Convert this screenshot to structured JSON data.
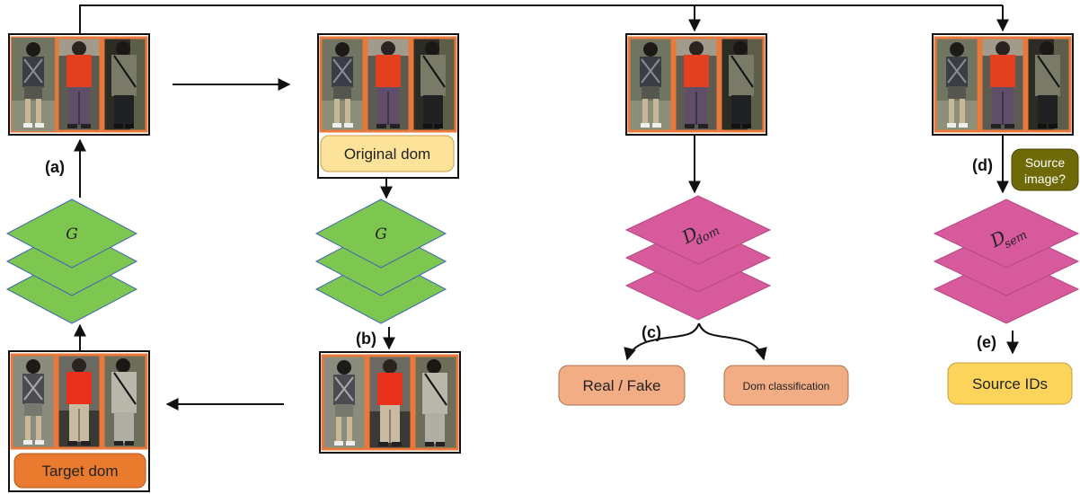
{
  "panels": {
    "a": "(a)",
    "b": "(b)",
    "c": "(c)",
    "d": "(d)",
    "e": "(e)"
  },
  "boxes": {
    "original_dom": "Original dom",
    "target_dom": "Target dom",
    "real_fake": "Real / Fake",
    "dom_classification": "Dom classification",
    "source_ids": "Source IDs",
    "source_image_line1": "Source",
    "source_image_line2": "image?"
  },
  "networks": {
    "generator": "G",
    "d_dom_main": "D",
    "d_dom_sub": "dom",
    "d_sem_main": "D",
    "d_sem_sub": "sem"
  },
  "colors": {
    "generator_fill": "#7dc64f",
    "discriminator_fill": "#d65a9c",
    "original_box": "#fde29a",
    "target_box": "#ea7a2e",
    "result_box": "#f2ad84",
    "source_ids_box": "#fcd45c",
    "source_image_box": "#6e6a08",
    "frame_orange": "#e8793a"
  }
}
